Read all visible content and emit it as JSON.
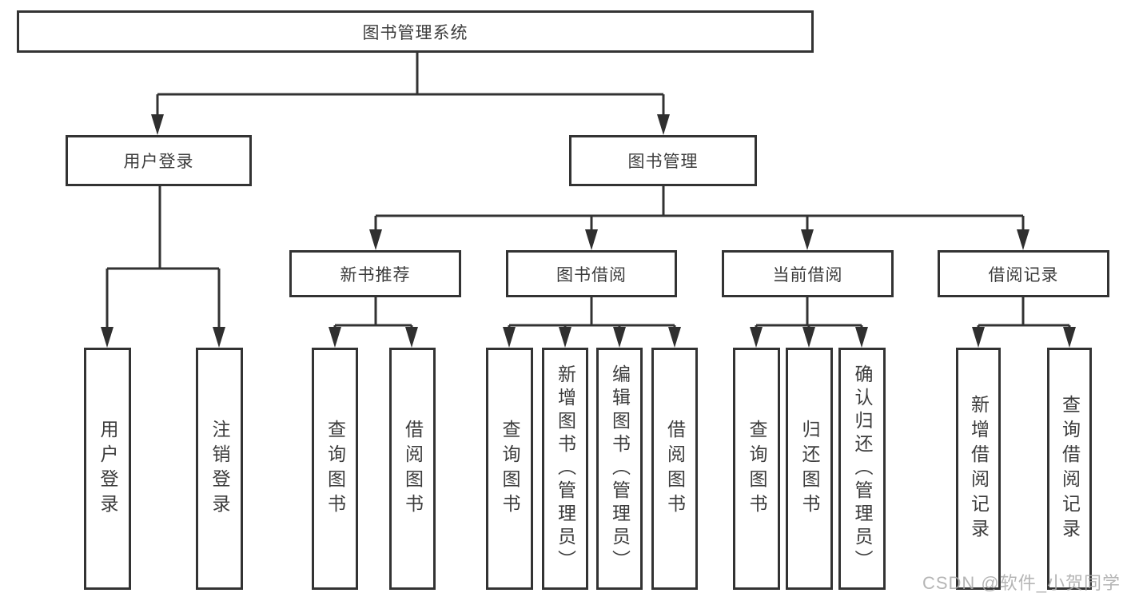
{
  "diagram_title": "图书管理系统",
  "nodes": {
    "root": "图书管理系统",
    "user_login": "用户登录",
    "book_mgmt": "图书管理",
    "new_rec": "新书推荐",
    "book_borrow": "图书借阅",
    "current_borrow": "当前借阅",
    "borrow_records": "借阅记录",
    "leaf_user_login": "用户登录",
    "leaf_logout": "注销登录",
    "leaf_rec_query_books": "查询图书",
    "leaf_rec_borrow_books": "借阅图书",
    "leaf_bb_query_books": "查询图书",
    "leaf_bb_add_books_admin": "新增图书（管理员）",
    "leaf_bb_edit_books_admin": "编辑图书（管理员）",
    "leaf_bb_borrow_books": "借阅图书",
    "leaf_cb_query_books": "查询图书",
    "leaf_cb_return_books": "归还图书",
    "leaf_cb_confirm_return_admin": "确认归还（管理员）",
    "leaf_br_add_record": "新增借阅记录",
    "leaf_br_query_record": "查询借阅记录"
  },
  "watermark": "CSDN @软件_小贺同学",
  "colors": {
    "line": "#333333",
    "text": "#3c3c3c",
    "background": "#ffffff",
    "watermark": "#a8a8a8"
  }
}
